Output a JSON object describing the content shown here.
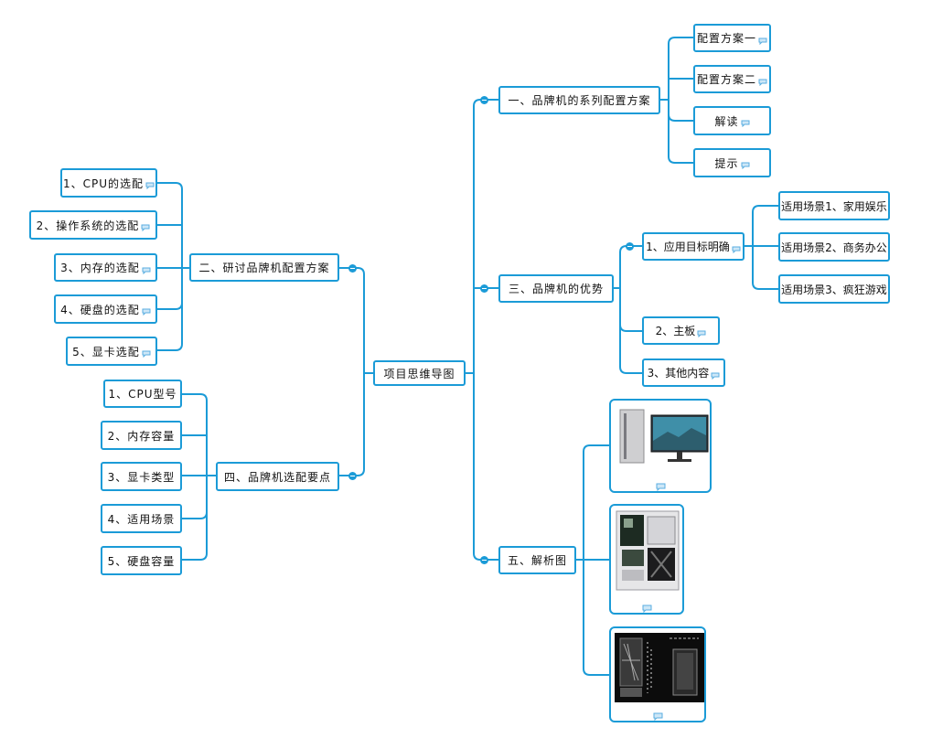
{
  "root": {
    "label": "项目思维导图"
  },
  "branches": {
    "b1": {
      "label": "一、品牌机的系列配置方案",
      "children": [
        "配置方案一",
        "配置方案二",
        "解读",
        "提示"
      ]
    },
    "b2": {
      "label": "二、研讨品牌机配置方案",
      "children": [
        "1、CPU的选配",
        "2、操作系统的选配",
        "3、内存的选配",
        "4、硬盘的选配",
        "5、显卡选配"
      ]
    },
    "b3": {
      "label": "三、品牌机的优势",
      "children": [
        {
          "label": "1、应用目标明确",
          "children": [
            "适用场景1、家用娱乐",
            "适用场景2、商务办公",
            "适用场景3、疯狂游戏"
          ]
        },
        {
          "label": "2、主板"
        },
        {
          "label": "3、其他内容"
        }
      ]
    },
    "b4": {
      "label": "四、品牌机选配要点",
      "children": [
        "1、CPU型号",
        "2、内存容量",
        "3、显卡类型",
        "4、适用场景",
        "5、硬盘容量"
      ]
    },
    "b5": {
      "label": "五、解析图",
      "images": [
        "desktop-pc-with-monitor",
        "open-pc-case-interior",
        "pc-case-exploded-diagram"
      ]
    }
  },
  "colors": {
    "accent": "#1b9bd7",
    "comment_icon": "#5aaee0"
  }
}
